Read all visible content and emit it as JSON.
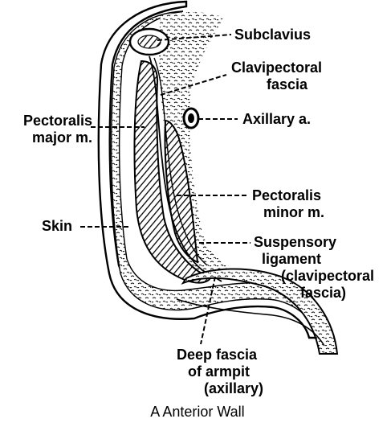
{
  "labels": {
    "subclavius": "Subclavius",
    "clavipectoral_fascia": [
      "Clavipectoral",
      "fascia"
    ],
    "axillary_artery": "Axillary a.",
    "pectoralis_major": [
      "Pectoralis",
      "major m."
    ],
    "pectoralis_minor": [
      "Pectoralis",
      "minor m."
    ],
    "skin": "Skin",
    "suspensory_ligament": [
      "Suspensory",
      "ligament",
      "(clavipectoral",
      "fascia)"
    ],
    "deep_fascia": [
      "Deep fascia",
      "of armpit",
      "(axillary)"
    ]
  },
  "caption": "A  Anterior Wall"
}
